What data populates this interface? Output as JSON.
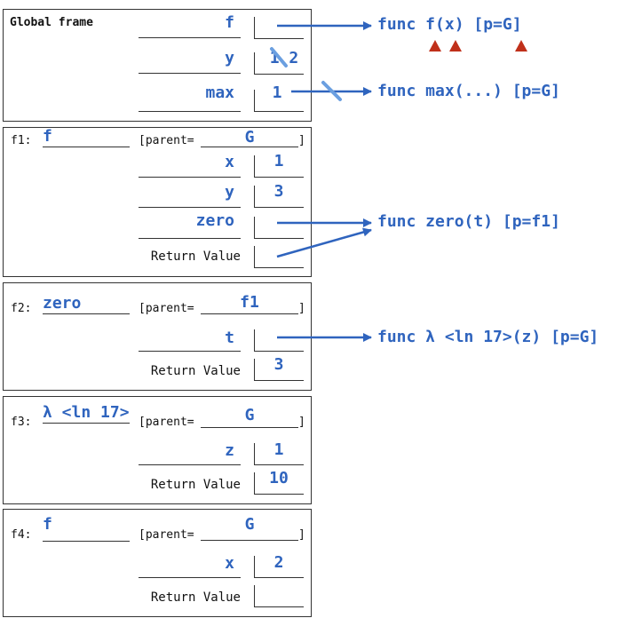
{
  "colors": {
    "ink": "#2f64be",
    "marker": "#c0301a",
    "border": "#333333"
  },
  "global": {
    "title": "Global frame",
    "vars": [
      {
        "name": "f",
        "value": ""
      },
      {
        "name": "y",
        "value": "1 2"
      },
      {
        "name": "max",
        "value": "1"
      }
    ]
  },
  "frames": [
    {
      "label": "f1:",
      "name": "f",
      "parent_prefix": "[parent=",
      "parent": "G",
      "bracket": "]",
      "vars": [
        {
          "name": "x",
          "value": "1"
        },
        {
          "name": "y",
          "value": "3"
        },
        {
          "name": "zero",
          "value": ""
        }
      ],
      "return_label": "Return Value",
      "return_value": ""
    },
    {
      "label": "f2:",
      "name": "zero",
      "parent_prefix": "[parent=",
      "parent": "f1",
      "bracket": "]",
      "vars": [
        {
          "name": "t",
          "value": ""
        }
      ],
      "return_label": "Return Value",
      "return_value": "3"
    },
    {
      "label": "f3:",
      "name": "λ <ln 17>",
      "parent_prefix": "[parent=",
      "parent": "G",
      "bracket": "]",
      "vars": [
        {
          "name": "z",
          "value": "1"
        }
      ],
      "return_label": "Return Value",
      "return_value": "10"
    },
    {
      "label": "f4:",
      "name": "f",
      "parent_prefix": "[parent=",
      "parent": "G",
      "bracket": "]",
      "vars": [
        {
          "name": "x",
          "value": "2"
        }
      ],
      "return_label": "Return Value",
      "return_value": ""
    }
  ],
  "functions": [
    {
      "label": "func f(x) [p=G]"
    },
    {
      "label": "func max(...) [p=G]"
    },
    {
      "label": "func zero(t) [p=f1]"
    },
    {
      "label": "func λ <ln 17>(z) [p=G]"
    }
  ]
}
